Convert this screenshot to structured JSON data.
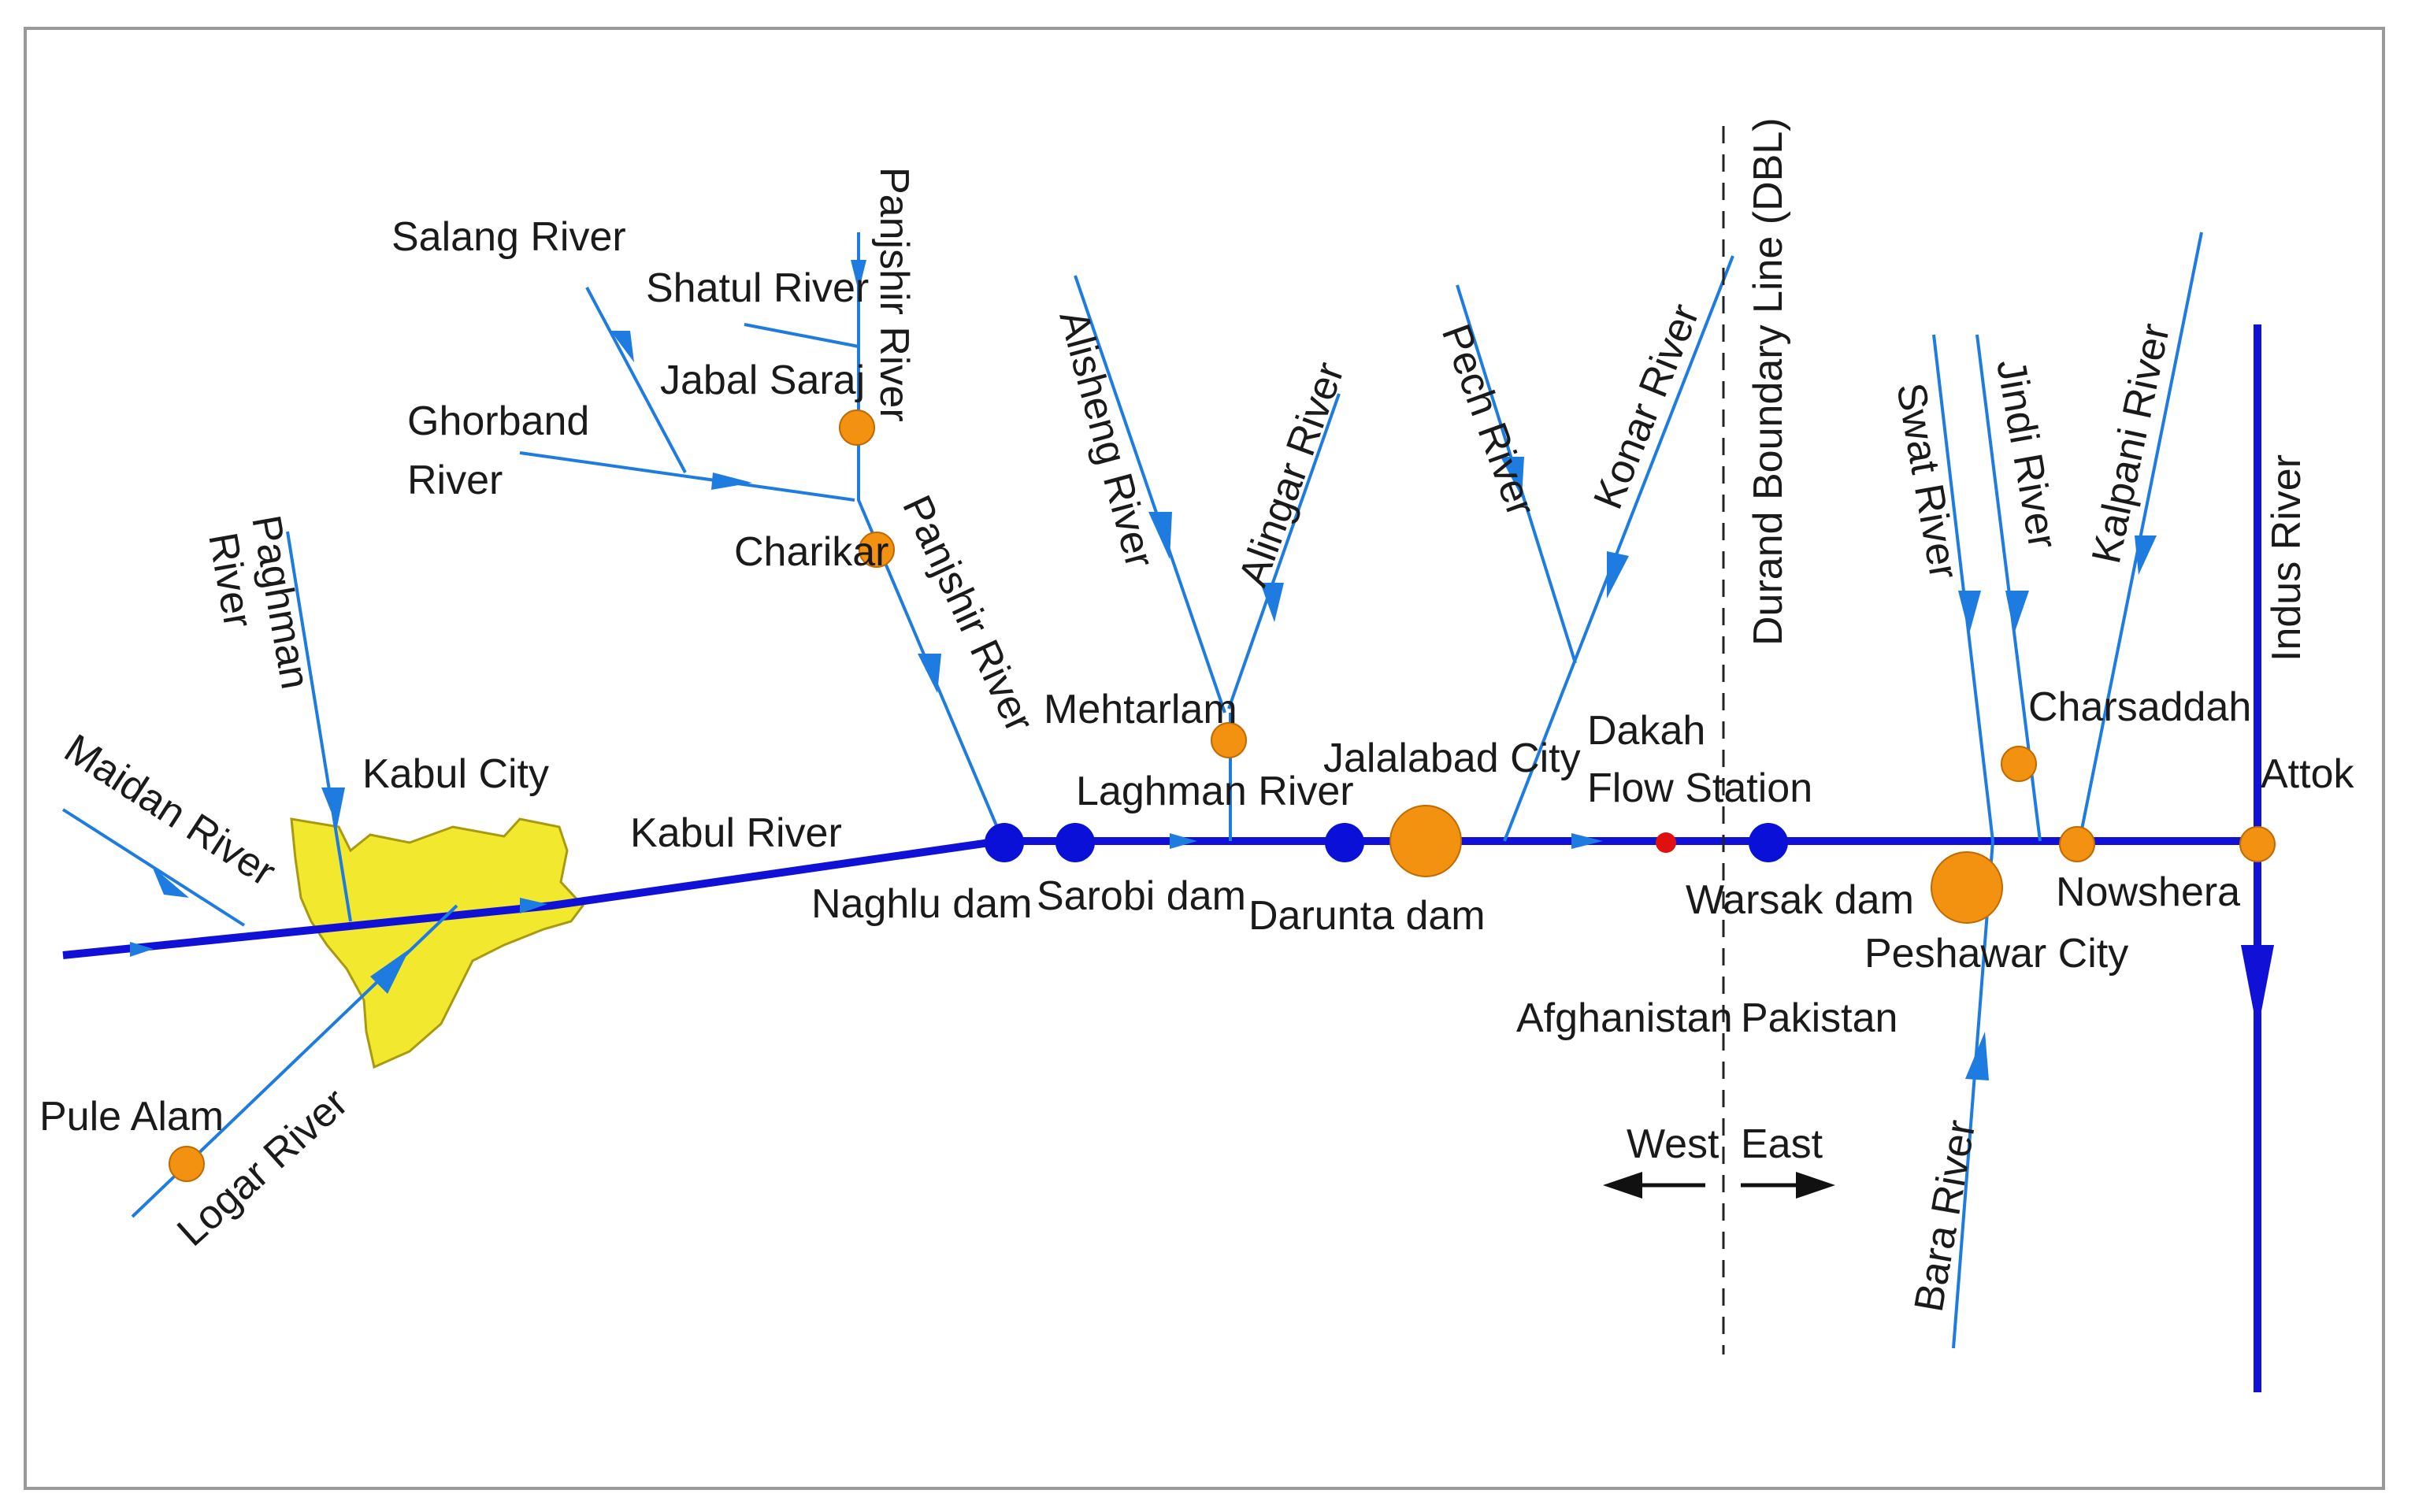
{
  "colors": {
    "main_river": "#1010d6",
    "tributary": "#1e7be0",
    "city": "#f39110",
    "dam": "#0a10d8",
    "flow_station": "#e01010",
    "kabul_area": "#f2e92e",
    "boundary": "#222222"
  },
  "rivers": {
    "salang": "Salang   River",
    "shatul": "Shatul River",
    "panjshir_upper": "Panjshir River",
    "panjshir_lower": "Panjshir River",
    "ghorband_1": "Ghorband",
    "ghorband_2": "River",
    "paghman_1": "Paghman",
    "paghman_2": "River",
    "maidan": "Maidan River",
    "logar": "Logar River",
    "kabul": "Kabul River",
    "alisheng": "Alisheng River",
    "alingar": "Alingar River",
    "laghman": "Laghman River",
    "pech": "Pech River",
    "konar": "Konar River",
    "swat": "Swat River",
    "jindi": "Jindi River",
    "kalpani": "Kalpani River",
    "bara": "Bara River",
    "indus": "Indus River"
  },
  "places": {
    "jabal_saraj": "Jabal Saraj",
    "charikar": "Charikar",
    "kabul_city": "Kabul City",
    "pule_alam": "Pule Alam",
    "mehtarlam": "Mehtarlam",
    "jalalabad": "Jalalabad City",
    "peshawar": "Peshawar City",
    "charsaddah": "Charsaddah",
    "nowshera": "Nowshera",
    "attok": "Attok"
  },
  "dams": {
    "naghlu": "Naghlu dam",
    "sarobi": "Sarobi dam",
    "darunta": "Darunta dam",
    "warsak": "Warsak dam"
  },
  "station": {
    "line1": "Dakah",
    "line2": "Flow Station"
  },
  "boundary": {
    "label": "Durand Boundary Line (DBL)",
    "left_country": "Afghanistan",
    "right_country": "Pakistan",
    "west": "West",
    "east": "East"
  }
}
